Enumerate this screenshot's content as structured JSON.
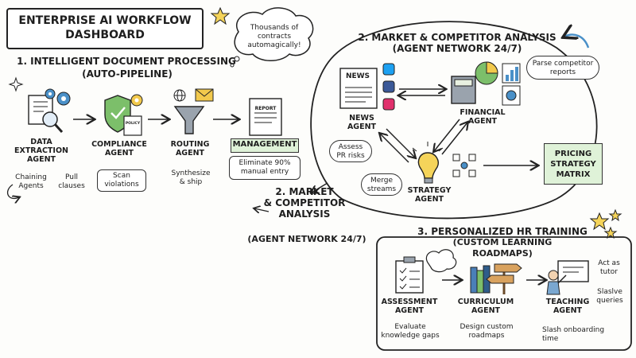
{
  "title": {
    "line1": "ENTERPRISE AI WORKFLOW",
    "line2": "DASHBOARD"
  },
  "callout_top": {
    "line1": "Thousands of",
    "line2": "contracts",
    "line3": "automagically!"
  },
  "section1": {
    "title": "1. INTELLIGENT DOCUMENT PROCESSING",
    "subtitle": "(AUTO-PIPELINE)",
    "agents": {
      "data_extraction": {
        "line1": "DATA",
        "line2": "EXTRACTION",
        "line3": "AGENT"
      },
      "compliance": {
        "line1": "COMPLIANCE",
        "line2": "AGENT"
      },
      "routing": {
        "line1": "ROUTING",
        "line2": "AGENT"
      }
    },
    "notes": {
      "chaining": {
        "line1": "Chaining",
        "line2": "Agents"
      },
      "pull": {
        "line1": "Pull",
        "line2": "clauses"
      },
      "scan": {
        "line1": "Scan",
        "line2": "violations"
      },
      "synthesize": {
        "line1": "Synthesize",
        "line2": "& ship"
      }
    },
    "report_label": "REPORT",
    "policy_label": "POLICY",
    "management_label": "MANAGEMENT",
    "eliminate": {
      "line1": "Eliminate 90%",
      "line2": "manual entry"
    }
  },
  "section2": {
    "title": "2. MARKET & COMPETITOR ANALYSIS",
    "subtitle": "(AGENT NETWORK 24/7)",
    "news_label": "NEWS",
    "news_agent": {
      "line1": "NEWS",
      "line2": "AGENT"
    },
    "financial_agent": {
      "line1": "FINANCIAL",
      "line2": "AGENT"
    },
    "strategy_agent": {
      "line1": "STRATEGY",
      "line2": "AGENT"
    },
    "assess": {
      "line1": "Assess",
      "line2": "PR risks"
    },
    "merge": {
      "line1": "Merge",
      "line2": "streams"
    },
    "parse": {
      "line1": "Parse competitor",
      "line2": "reports"
    },
    "pricing": {
      "line1": "PRICING",
      "line2": "STRATEGY",
      "line3": "MATRIX"
    }
  },
  "section2_repeat": {
    "line1": "2. MARKET",
    "line2": "& COMPETITOR",
    "line3": "ANALYSIS",
    "line4": "(AGENT NETWORK 24/7)"
  },
  "section3": {
    "title": "3. PERSONALIZED HR TRAINING",
    "subtitle": "(CUSTOM LEARNING ROADMAPS)",
    "assessment_agent": {
      "line1": "ASSESSMENT",
      "line2": "AGENT"
    },
    "curriculum_agent": {
      "line1": "CURRICULUM",
      "line2": "AGENT"
    },
    "teaching_agent": {
      "line1": "TEACHING",
      "line2": "AGENT"
    },
    "evaluate": {
      "line1": "Evaluate",
      "line2": "knowledge gaps"
    },
    "design": {
      "line1": "Design custom",
      "line2": "roadmaps"
    },
    "slash": {
      "line1": "Slash onboarding",
      "line2": "time"
    },
    "tutor": {
      "line1": "Act as",
      "line2": "tutor"
    },
    "queries": {
      "line1": "Slaslve",
      "line2": "queries"
    }
  },
  "colors": {
    "green_box": "#dff2d8",
    "gear_blue": "#4a90c8",
    "shield_green": "#7cbf6a",
    "funnel_grey": "#9aa3ad",
    "envelope_yellow": "#f2c94c",
    "star_yellow": "#f5d45a"
  }
}
